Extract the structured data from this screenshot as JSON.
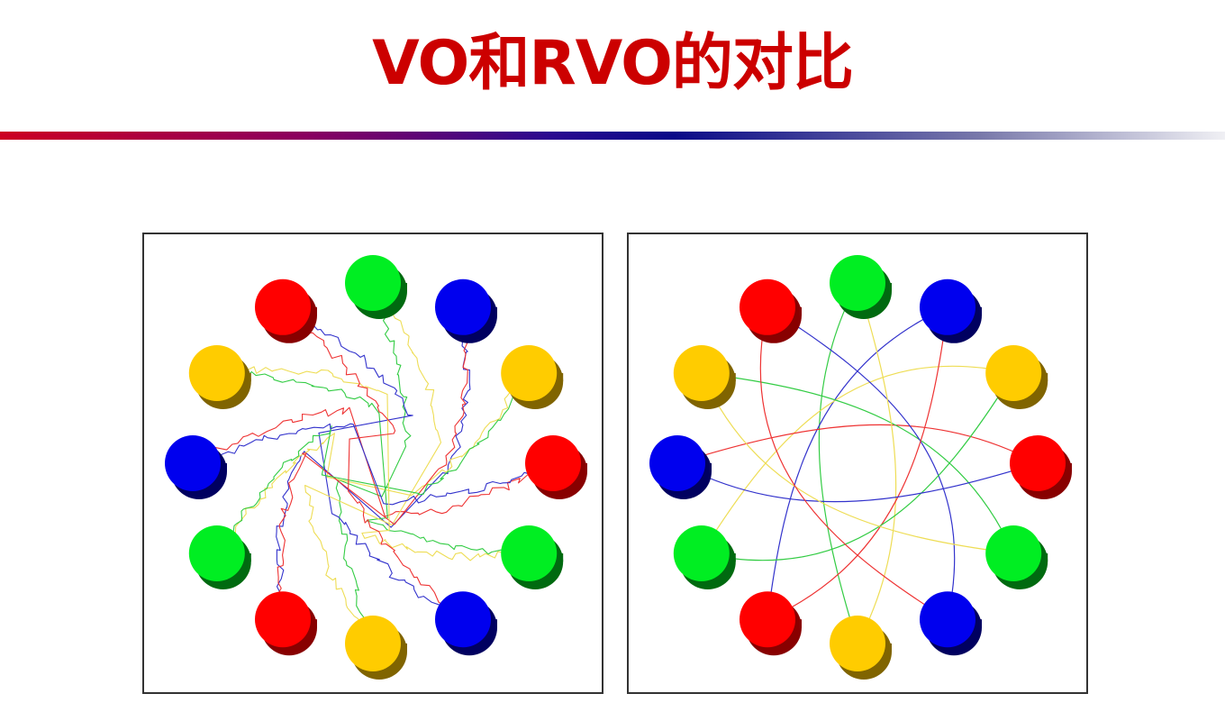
{
  "slide": {
    "title": "VO和RVO的对比"
  },
  "colors": {
    "title": "#cc0000",
    "agent_red": "#ff0000",
    "agent_green": "#00ee22",
    "agent_blue": "#0000ee",
    "agent_yellow": "#ffcc00"
  },
  "panels": [
    {
      "id": "vo",
      "agent_colors": [
        "green",
        "blue",
        "yellow",
        "red",
        "green",
        "blue",
        "yellow",
        "red",
        "green",
        "blue",
        "yellow",
        "red"
      ],
      "trail_style": "jittery"
    },
    {
      "id": "rvo",
      "agent_colors": [
        "green",
        "blue",
        "yellow",
        "red",
        "green",
        "blue",
        "yellow",
        "red",
        "green",
        "blue",
        "yellow",
        "red"
      ],
      "trail_style": "smooth"
    }
  ]
}
